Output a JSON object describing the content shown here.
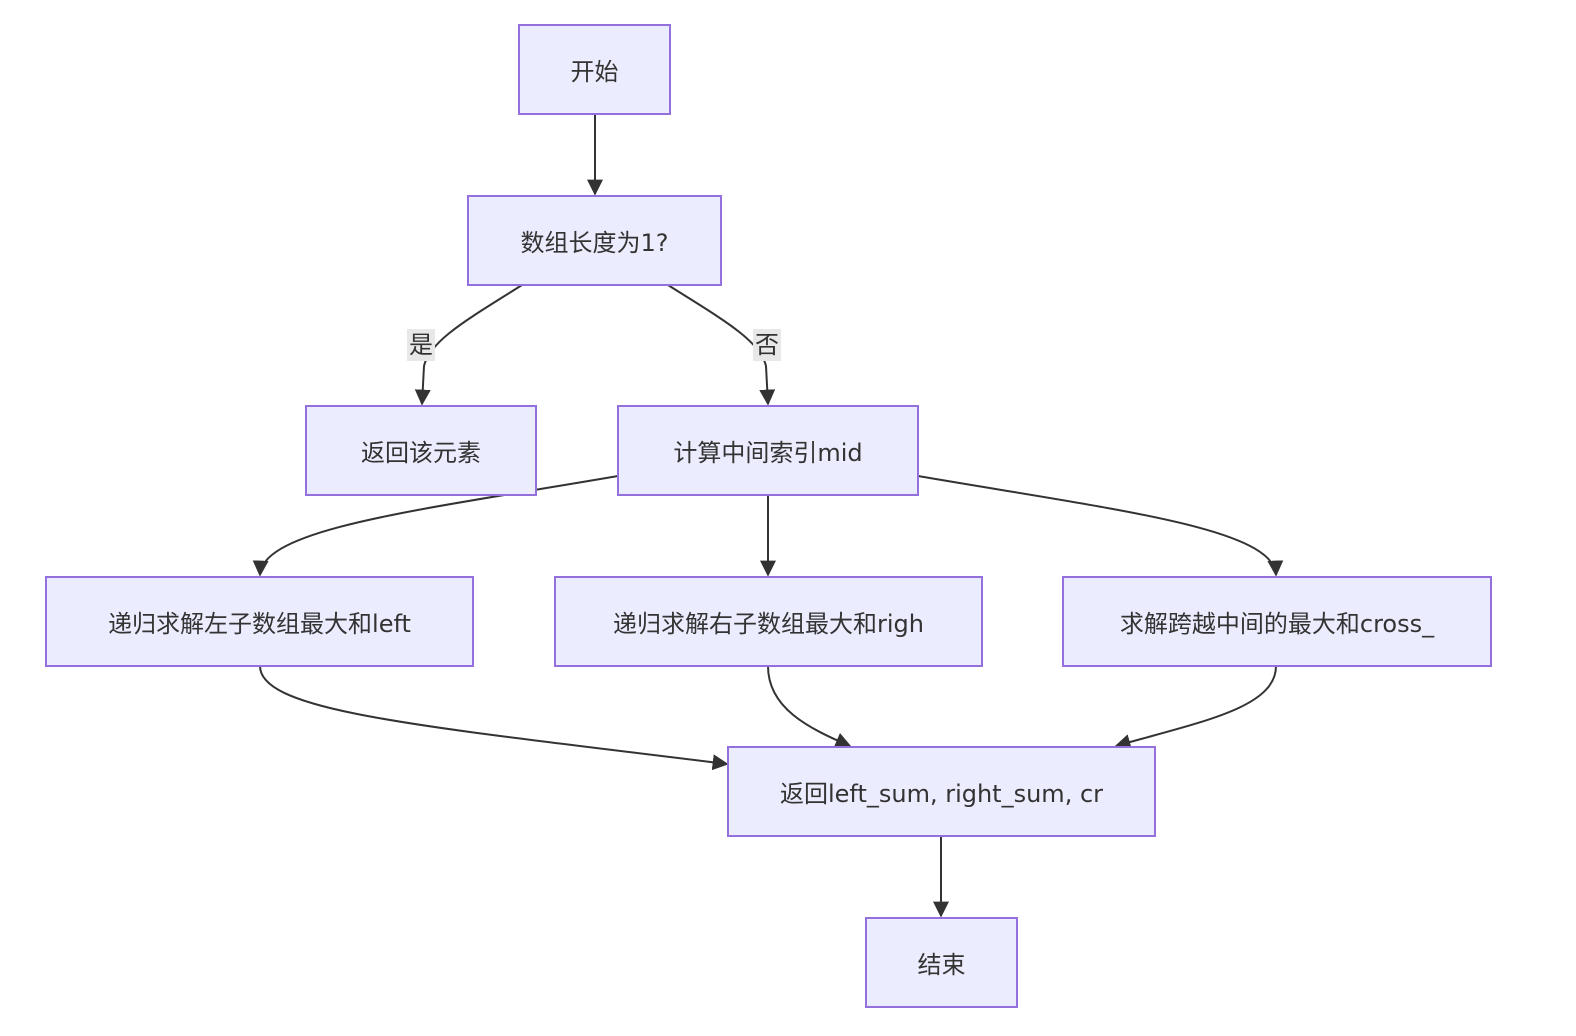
{
  "diagram": {
    "nodes": {
      "start": "开始",
      "check_len": "数组长度为1?",
      "return_elem": "返回该元素",
      "compute_mid": "计算中间索引mid",
      "left_rec": "递归求解左子数组最大和left",
      "right_rec": "递归求解右子数组最大和righ",
      "cross": "求解跨越中间的最大和cross_",
      "return_sums": "返回left_sum, right_sum, cr",
      "end": "结束"
    },
    "edge_labels": {
      "yes": "是",
      "no": "否"
    },
    "colors": {
      "node_fill": "#ececff",
      "node_border": "#9370db",
      "edge": "#333333",
      "label_bg": "#e8e8e8"
    }
  }
}
